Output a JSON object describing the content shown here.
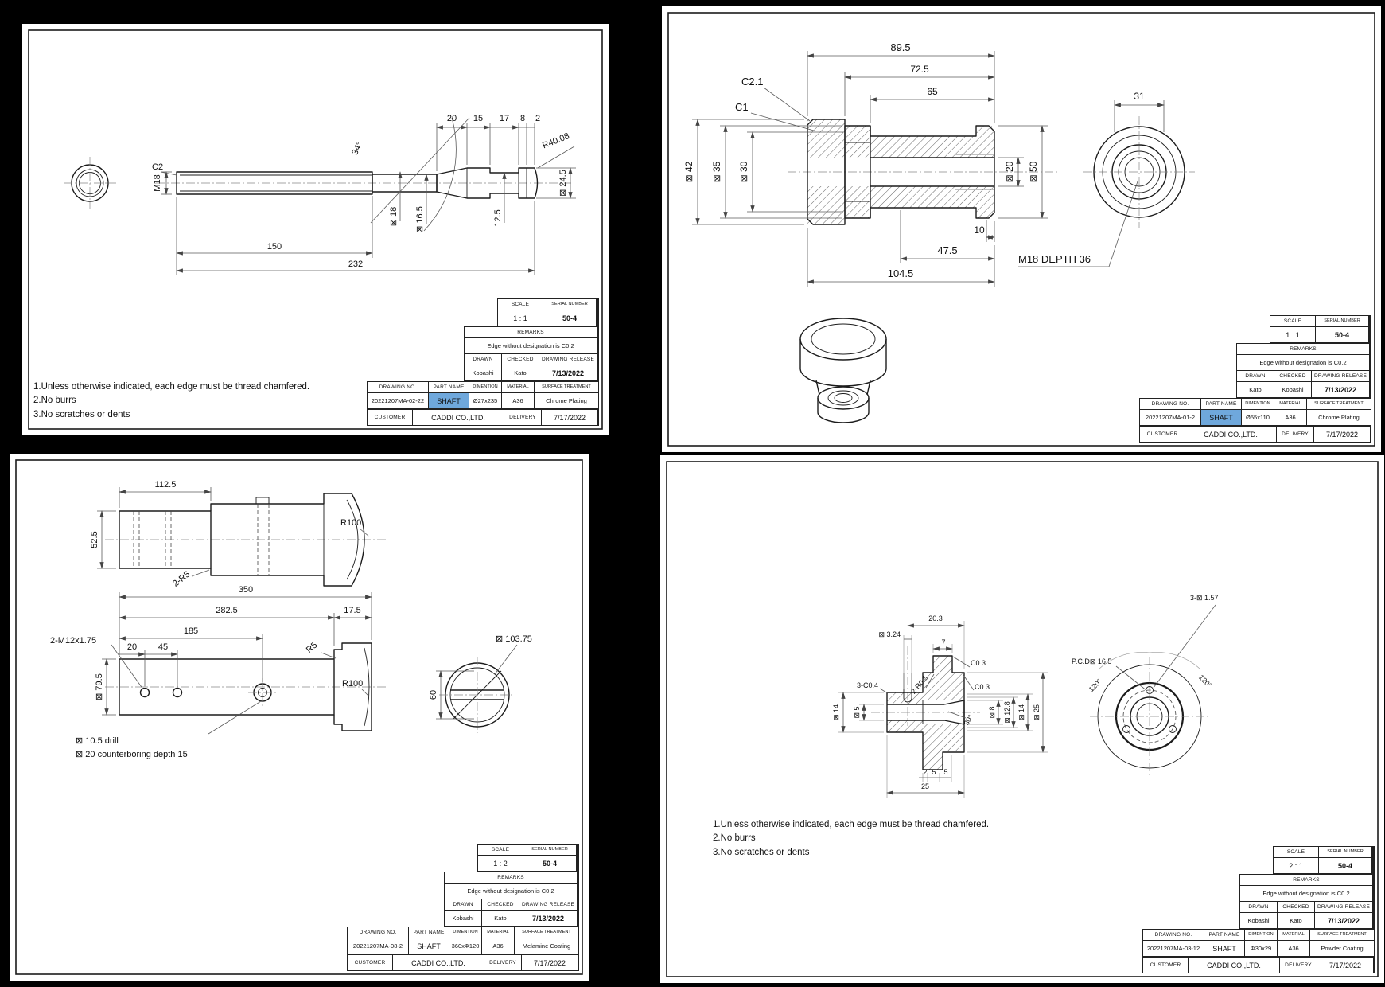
{
  "app": {
    "background": "#000000",
    "sheet_color": "#ffffff",
    "line_color": "#1c1c1c",
    "highlight_color": "#6fa8dc"
  },
  "labels": {
    "scale": "SCALE",
    "serial_number": "SERIAL NUMBER",
    "remarks": "REMARKS",
    "drawn": "DRAWN",
    "checked": "CHECKED",
    "drawing_release": "DRAWING RELEASE",
    "drawing_no": "DRAWING NO.",
    "part_name": "PART NAME",
    "dimention": "DIMENTION",
    "material": "MATERIAL",
    "surface_treatment": "SURFACE TREATMENT",
    "customer": "CUSTOMER",
    "delivery": "DELIVERY"
  },
  "notes": {
    "line1": "1.Unless otherwise indicated, each edge must be thread chamfered.",
    "line2": "2.No burrs",
    "line3": "3.No scratches or dents"
  },
  "sheets": [
    {
      "id": "top-left",
      "dims": [
        "C2",
        "M18",
        "34°",
        "20",
        "15",
        "17",
        "8",
        "2",
        "R40.08",
        "⊠ 18",
        "⊠ 16.5",
        "12.5",
        "⊠ 24.5",
        "150",
        "232"
      ],
      "title_block": {
        "scale": "1 : 1",
        "serial": "50-4",
        "remarks": "Edge without designation is C0.2",
        "drawn": "Kobashi",
        "checked": "Kato",
        "release": "7/13/2022",
        "drawing_no": "20221207MA-02-22",
        "part_name": "SHAFT",
        "dimention": "Ø27x235",
        "material": "A36",
        "surface": "Chrome Plating",
        "customer": "CADDI CO.,LTD.",
        "delivery": "7/17/2022"
      }
    },
    {
      "id": "top-right",
      "dims": [
        "89.5",
        "72.5",
        "65",
        "C2.1",
        "C1",
        "31",
        "⊠ 42",
        "⊠ 35",
        "⊠ 30",
        "⊠ 20",
        "⊠ 50",
        "10",
        "47.5",
        "104.5",
        "M18 DEPTH 36"
      ],
      "title_block": {
        "scale": "1 : 1",
        "serial": "50-4",
        "remarks": "Edge without designation is C0.2",
        "drawn": "Kato",
        "checked": "Kobashi",
        "release": "7/13/2022",
        "drawing_no": "20221207MA-01-2",
        "part_name": "SHAFT",
        "dimention": "Ø55x110",
        "material": "A36",
        "surface": "Chrome Plating",
        "customer": "CADDI CO.,LTD.",
        "delivery": "7/17/2022"
      }
    },
    {
      "id": "bottom-left",
      "dims": [
        "112.5",
        "52.5",
        "2-R5",
        "R100",
        "350",
        "282.5",
        "17.5",
        "185",
        "2-M12x1.75",
        "20",
        "45",
        "R5",
        "⊠ 79.5",
        "R100",
        "⊠ 103.75",
        "60",
        "⊠ 10.5 drill",
        "⊠ 20 counterboring depth 15"
      ],
      "title_block": {
        "scale": "1 : 2",
        "serial": "50-4",
        "remarks": "Edge without designation is C0.2",
        "drawn": "Kobashi",
        "checked": "Kato",
        "release": "7/13/2022",
        "drawing_no": "20221207MA-08-2",
        "part_name": "SHAFT",
        "dimention": "360xΦ120",
        "material": "A36",
        "surface": "Melamine Coating",
        "customer": "CADDI CO.,LTD.",
        "delivery": "7/17/2022"
      }
    },
    {
      "id": "bottom-right",
      "dims": [
        "20.3",
        "⊠ 3.24",
        "7",
        "C0.3",
        "C0.3",
        "3-C0.4",
        "2-R0.5",
        "30°",
        "⊠ 14",
        "⊠ 5",
        "⊠ 8",
        "⊠ 12.8",
        "⊠ 14",
        "⊠ 25",
        "2",
        "5",
        "5",
        "25",
        "P.C.D⊠ 16.5",
        "3-⊠ 1.57",
        "120°",
        "120°"
      ],
      "title_block": {
        "scale": "2 : 1",
        "serial": "50-4",
        "remarks": "Edge without designation is C0.2",
        "drawn": "Kobashi",
        "checked": "Kato",
        "release": "7/13/2022",
        "drawing_no": "20221207MA-03-12",
        "part_name": "SHAFT",
        "dimention": "Φ30x29",
        "material": "A36",
        "surface": "Powder Coating",
        "customer": "CADDI CO.,LTD.",
        "delivery": "7/17/2022"
      }
    }
  ]
}
